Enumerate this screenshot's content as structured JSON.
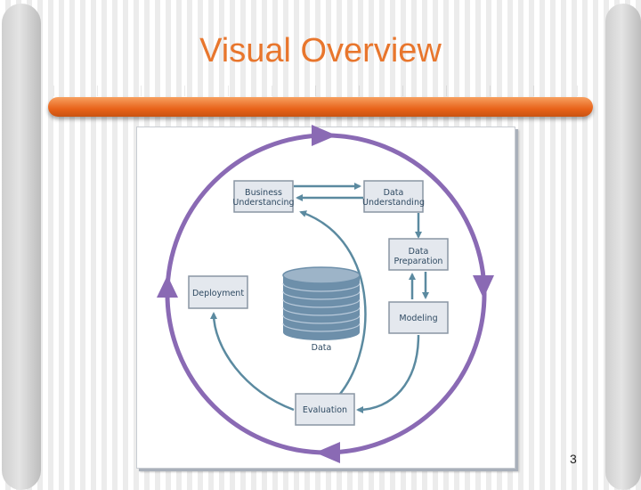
{
  "slide": {
    "title": "Visual Overview",
    "page_number": "3"
  },
  "diagram": {
    "boxes": {
      "business_understanding": [
        "Business",
        "Understancing"
      ],
      "data_understanding": [
        "Data",
        "Understanding"
      ],
      "data_preparation": [
        "Data",
        "Preparation"
      ],
      "modeling": [
        "Modeling"
      ],
      "deployment": [
        "Deployment"
      ],
      "evaluation": [
        "Evaluation"
      ]
    },
    "database_label": "Data"
  },
  "colors": {
    "title": "#e8762d",
    "bar": "#e8631a",
    "cycle_arrow": "#8a6ab4",
    "inner_arrow": "#5b8aa0",
    "box_fill": "#e4e8ee",
    "box_border": "#8a96a4"
  }
}
